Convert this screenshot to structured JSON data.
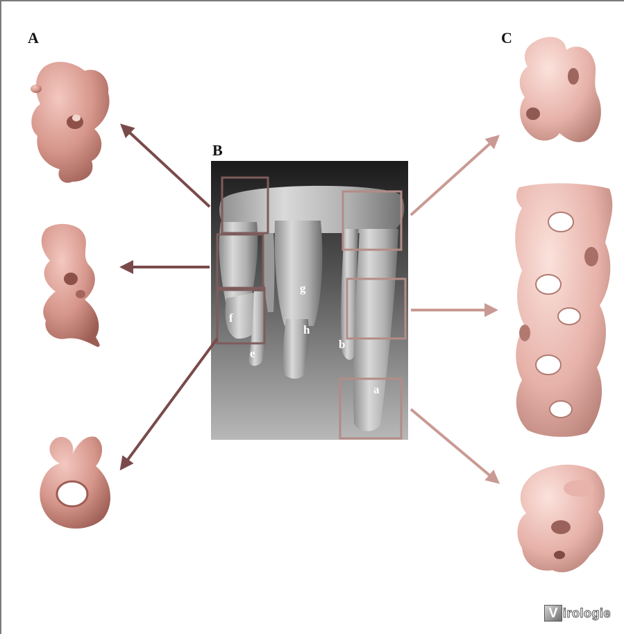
{
  "panels": {
    "a": "A",
    "b": "B",
    "c": "C"
  },
  "segments": {
    "a": "a",
    "b": "b",
    "e": "e",
    "f": "f",
    "g": "g",
    "h": "h"
  },
  "logo": {
    "mark": "V",
    "text": "irologie"
  },
  "colors": {
    "left_arrows": "#7a4a4a",
    "right_arrows": "#c99a93",
    "box_left": "#7e5c5c",
    "box_right": "#b38c86",
    "model_fill": "#d89a8f",
    "model_shadow": "#a0665d",
    "central_map": "#c7c7c7"
  }
}
